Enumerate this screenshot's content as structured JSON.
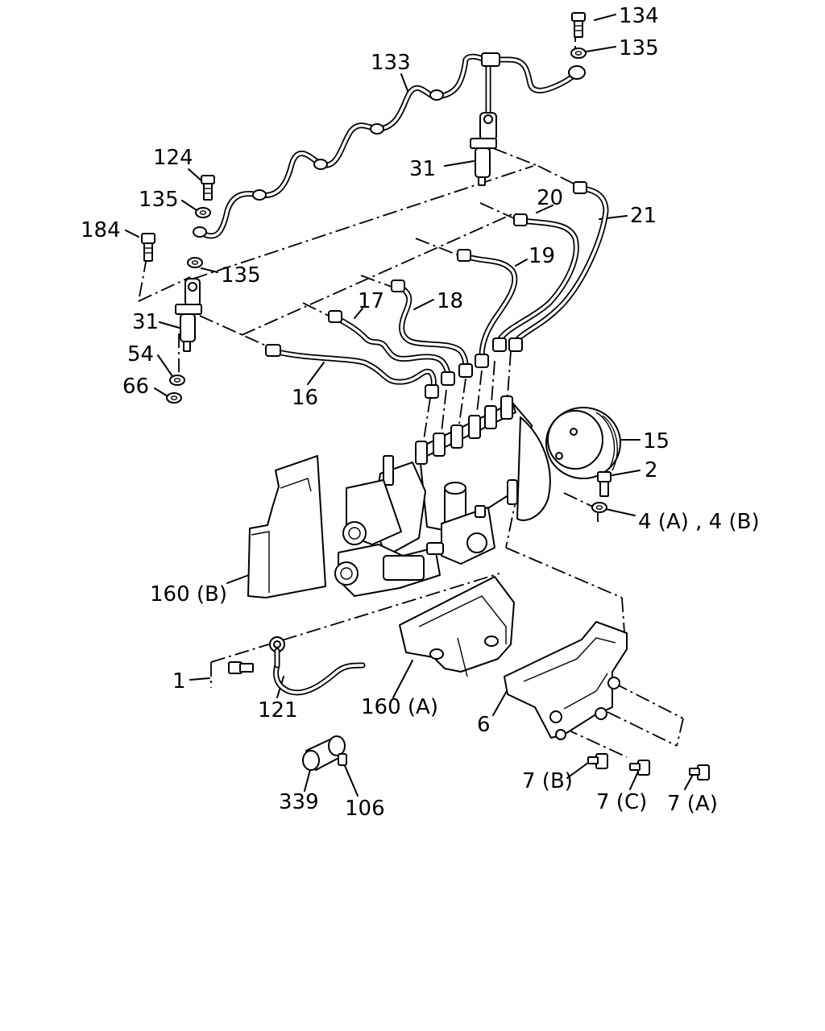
{
  "diagram": {
    "callouts": {
      "c134": "134",
      "c135a": "135",
      "c133": "133",
      "c124": "124",
      "c135b": "135",
      "c184": "184",
      "c135c": "135",
      "c31a": "31",
      "c31b": "31",
      "c20": "20",
      "c21": "21",
      "c19": "19",
      "c17": "17",
      "c18": "18",
      "c54": "54",
      "c66": "66",
      "c16": "16",
      "c15": "15",
      "c2": "2",
      "c4": "4 (A) , 4 (B)",
      "c160b": "160 (B)",
      "c1": "1",
      "c121": "121",
      "c160a": "160 (A)",
      "c6": "6",
      "c7b": "7 (B)",
      "c7c": "7 (C)",
      "c7a": "7 (A)",
      "c339": "339",
      "c106": "106"
    }
  }
}
